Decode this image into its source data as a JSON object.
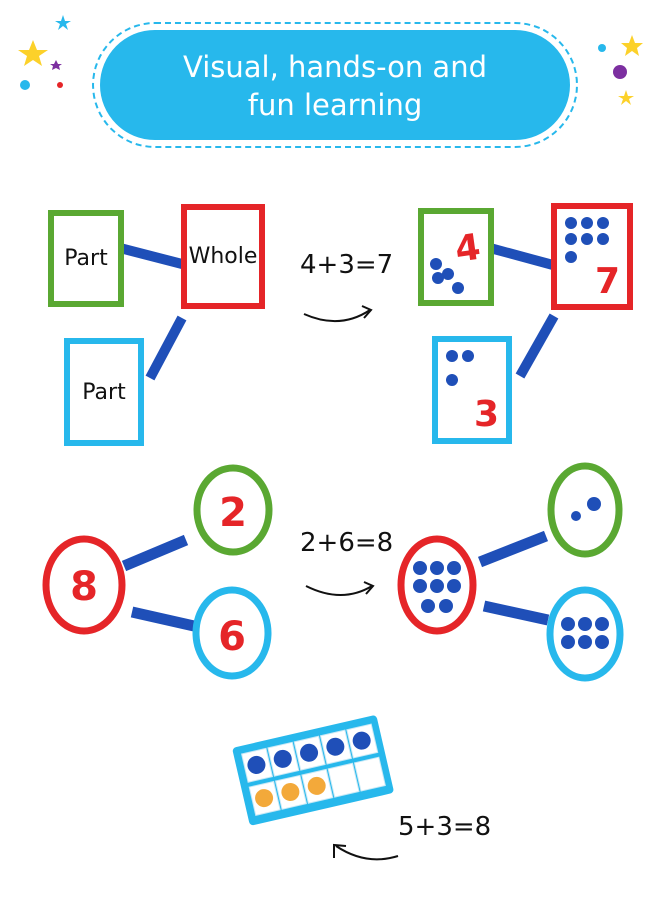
{
  "header": {
    "line1": "Visual, hands-on and",
    "line2": "fun learning"
  },
  "part_whole_boxes": {
    "part_top_label": "Part",
    "whole_label": "Whole",
    "part_bottom_label": "Part",
    "equation": "4+3=7",
    "filled_numbers": [
      "4",
      "7",
      "3"
    ]
  },
  "number_bonds": {
    "whole_number": "8",
    "part_numbers": [
      "2",
      "6"
    ],
    "equation": "2+6=8"
  },
  "ten_frame": {
    "equation": "5+3=8",
    "top_row_counters": 5,
    "bottom_row_counters": 3
  },
  "colors": {
    "blue": "#27b8ec",
    "green": "#5aa832",
    "red": "#e52528",
    "counter": "#1f4fb8",
    "orange": "#f3a93a",
    "star": "#fcd12a",
    "purple": "#7c2fa0"
  },
  "icons": [
    "star-icon",
    "confetti-dot",
    "curved-arrow-icon"
  ]
}
